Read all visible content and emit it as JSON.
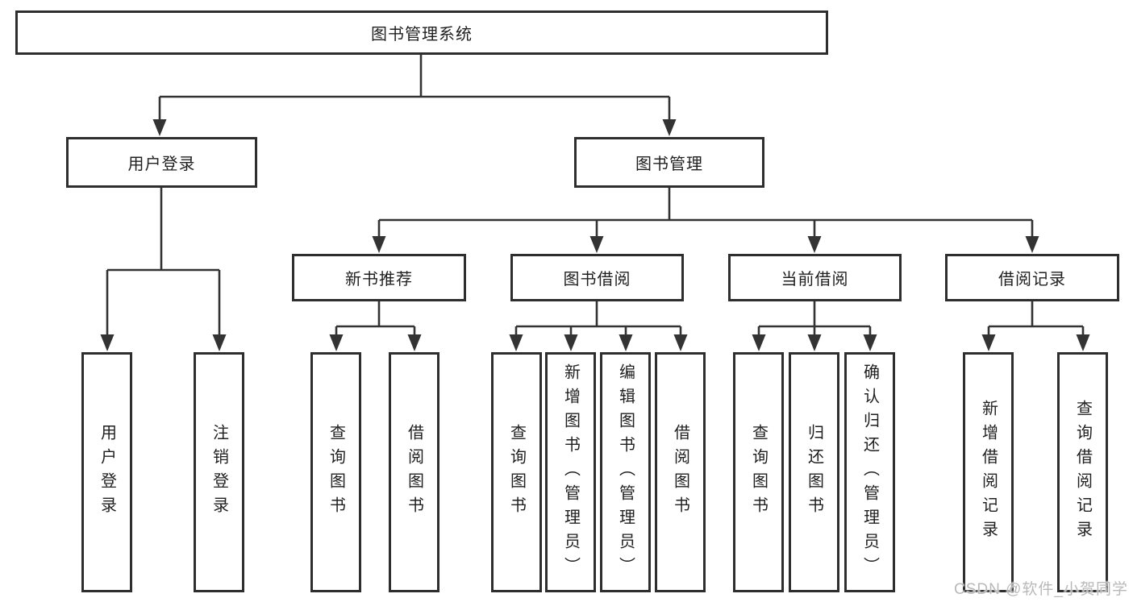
{
  "diagram_type": "functional-structure-tree",
  "tree": {
    "label": "图书管理系统",
    "children": [
      {
        "label": "用户登录",
        "children": [
          {
            "label": "用户登录"
          },
          {
            "label": "注销登录"
          }
        ]
      },
      {
        "label": "图书管理",
        "children": [
          {
            "label": "新书推荐",
            "children": [
              {
                "label": "查询图书"
              },
              {
                "label": "借阅图书"
              }
            ]
          },
          {
            "label": "图书借阅",
            "children": [
              {
                "label": "查询图书"
              },
              {
                "label": "新增图书（管理员）"
              },
              {
                "label": "编辑图书（管理员）"
              },
              {
                "label": "借阅图书"
              }
            ]
          },
          {
            "label": "当前借阅",
            "children": [
              {
                "label": "查询图书"
              },
              {
                "label": "归还图书"
              },
              {
                "label": "确认归还（管理员）"
              }
            ]
          },
          {
            "label": "借阅记录",
            "children": [
              {
                "label": "新增借阅记录"
              },
              {
                "label": "查询借阅记录"
              }
            ]
          }
        ]
      }
    ]
  },
  "watermark": {
    "text": "CSDN @软件_小贺同学"
  },
  "colors": {
    "background": "#ffffff",
    "box_border": "#2e2e2e",
    "connector_line": "#333333",
    "text": "#1f1f1f",
    "watermark": "#b9b9b9"
  }
}
